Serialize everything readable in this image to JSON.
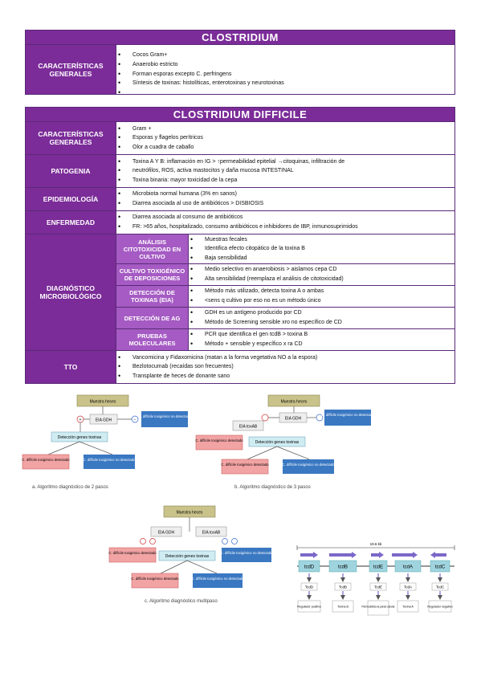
{
  "table1": {
    "title": "CLOSTRIDIUM",
    "rows": [
      {
        "header": "CARACTERÍSTICAS GENERALES",
        "items": [
          "Cocos Gram+",
          "Anaerobio estricto",
          "Forman esporas excepto C. perfringens",
          "Síntesis de toxinas: histolíticas, enterotoxinas y neurotoxinas",
          ""
        ]
      }
    ]
  },
  "table2": {
    "title": "CLOSTRIDIUM DIFFICILE",
    "caracteristicas": {
      "header": "CARACTERÍSTICAS GENERALES",
      "items": [
        "Gram +",
        "Esporas y flagelos perítricos",
        "Olor a cuadra de caballo"
      ]
    },
    "patogenia": {
      "header": "PATOGENIA",
      "items": [
        "Toxina A Y B: inflamación en IG > ↑permeabilidad epitelial →citoquinas, infiltración de",
        "neutrófilos, ROS, activa mastocitos y daña mucosa INTESTINAL",
        "Toxina binaria: mayor toxicidad de la cepa"
      ]
    },
    "epidemiologia": {
      "header": "EPIDEMIOLOGÍA",
      "items": [
        "Microbiota normal humana (3% en sanos)",
        "Diarrea asociada al uso de antibióticos > DISBIOSIS"
      ]
    },
    "enfermedad": {
      "header": "ENFERMEDAD",
      "items": [
        "Diarrea asociada al consumo de antibióticos",
        "FR: >65 años, hospitalizado, consumo antibióticos e inhibidores de IBP, inmunosuprimidos"
      ]
    },
    "diagnostico": {
      "header": "DIAGNÓSTICO MICROBIOLÓGICO",
      "subs": [
        {
          "label": "ANÁLISIS CITOTOXICIDAD EN CULTIVO",
          "items": [
            "Muestras fecales",
            "Identifica efecto citopático de la toxina B",
            "Baja sensibilidad"
          ]
        },
        {
          "label": "CULTIVO TOXIGÉNICO DE DEPOSICIONES",
          "items": [
            "Medio selectivo en anaerobiosis > aislamos cepa CD",
            "Alta sensibilidad (reemplaza el análisis de citotoxicidad)"
          ]
        },
        {
          "label": "DETECCIÓN DE TOXINAS (EIA)",
          "items": [
            "Método más utilizado, detecta toxina A o ambas",
            "<sens q cultivo por eso no es un método único"
          ]
        },
        {
          "label": "DETECCIÓN DE AG",
          "items": [
            "GDH es un antígeno producido por CD",
            "Método de Screening sensible xro no específico de CD"
          ]
        },
        {
          "label": "PRUEBAS MOLECULARES",
          "items": [
            "PCR que identifica el gen tcdB > toxina B",
            "Método + sensible y específico x ra CD"
          ]
        }
      ]
    },
    "tto": {
      "header": "TTO",
      "items": [
        "Vancomicina y Fidaxomicina (matan a la forma vegetativa NO a la espora)",
        "Bezlotocumab (recaídas son frecuentes)",
        "Transplante de heces de donante sano"
      ]
    }
  },
  "figures": {
    "a": {
      "caption": "a. Algoritmo diagnóstico de 2 pasos",
      "nodes": {
        "muestra": "Muestra heces",
        "eia_gdh": "EIA GDH",
        "nodet": "C. difficile toxigénico no detectado",
        "genes": "Detección genes toxinas",
        "det": "C. difficile toxigénico detectado",
        "nodet2": "C. difficile toxigénico no detectado"
      },
      "signs": {
        "plus": "+",
        "minus": "−"
      }
    },
    "b": {
      "caption": "b. Algoritmo diagnóstico de 3 pasos",
      "nodes": {
        "muestra": "Muestra heces",
        "eia_gdh": "EIA GDH",
        "eia_toxab": "EIA toxAB",
        "nodet": "C. difficile toxigénico no detectado",
        "det": "C. difficile toxigénico detectado",
        "genes": "Detección genes toxinas",
        "det2": "C. difficile toxigénico detectado",
        "nodet2": "C. difficile toxigénico no detectado"
      }
    },
    "c": {
      "caption": "c. Algoritmo diagnóstico multipaso",
      "nodes": {
        "muestra": "Muestra heces",
        "eia_gdh": "EIA GDH",
        "eia_toxab": "EIA toxAB",
        "det": "C. difficile toxigénico detectado",
        "genes": "Detección genes toxinas",
        "nodet": "C. difficile toxigénico no detectado",
        "det2": "C. difficile toxigénico detectado",
        "nodet2": "C. difficile toxigénico no detectado"
      }
    },
    "d": {
      "scale": "19.6 kb",
      "genes": [
        "tcdD",
        "tcdB",
        "tcdE",
        "tcdA",
        "tcdC"
      ],
      "proteins": [
        "TcdD",
        "TcdB",
        "TcdE",
        "TcdA",
        "TcdC"
      ],
      "functions": [
        "Regulador positivo",
        "Toxina B",
        "Permeabiliza la pared celular",
        "Toxina A",
        "Regulador negativo"
      ]
    }
  },
  "colors": {
    "purple": "#7b2c98",
    "light_purple": "#a55bc3",
    "red_box": "#f2a3a3",
    "blue_box": "#3a78c2",
    "teal_box": "#cfecf2",
    "olive_box": "#c9c28a"
  }
}
